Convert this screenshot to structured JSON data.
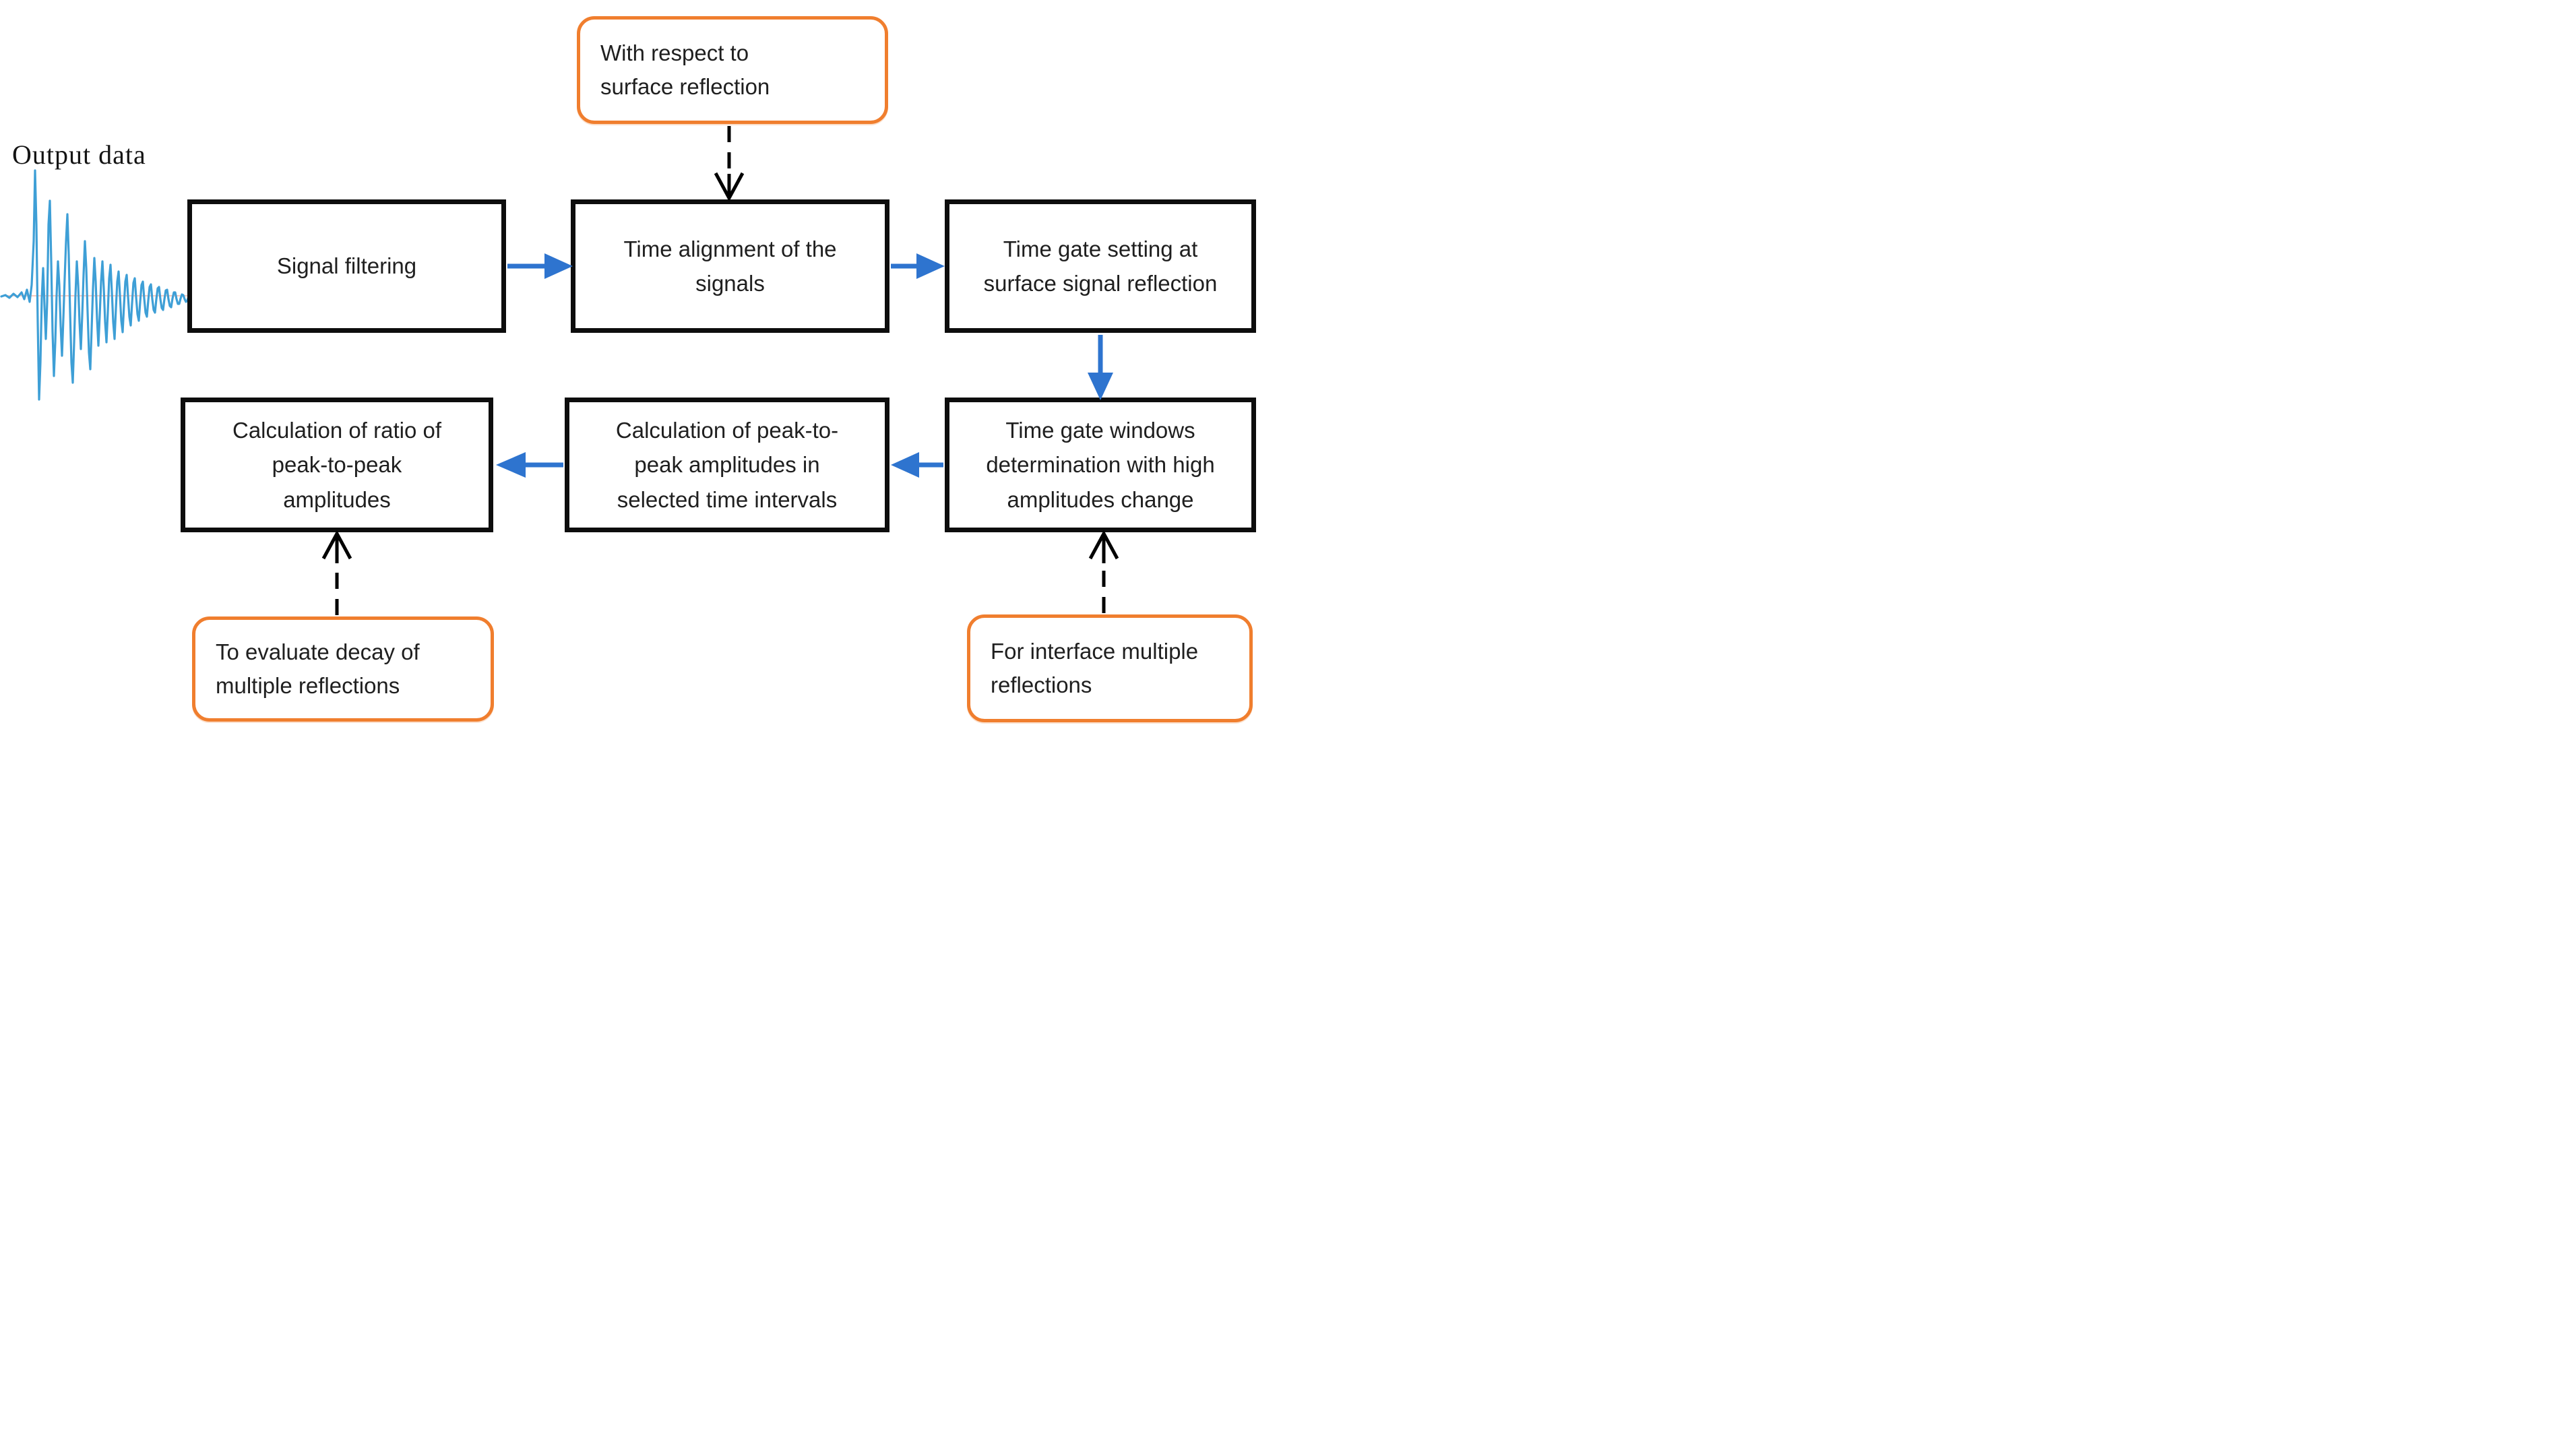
{
  "diagram": {
    "output_label": "Output data",
    "colors": {
      "arrow_blue": "#2E74CF",
      "note_border": "#F07E2E",
      "box_border": "#0D0D0D",
      "waveform": "#3E9FD6",
      "axis_pink": "#F2B8AC",
      "text": "#1A1A1A"
    },
    "process_boxes": {
      "signal_filtering": {
        "lines": [
          "Signal filtering"
        ]
      },
      "time_alignment": {
        "lines": [
          "Time alignment of the",
          "signals"
        ]
      },
      "time_gate_setting": {
        "lines": [
          "Time gate setting at",
          "surface signal reflection"
        ]
      },
      "time_gate_windows": {
        "lines": [
          "Time gate windows",
          "determination with high",
          "amplitudes change"
        ]
      },
      "calc_peak_to_peak": {
        "lines": [
          "Calculation of peak-to-",
          "peak amplitudes in",
          "selected time intervals"
        ]
      },
      "calc_ratio": {
        "lines": [
          "Calculation of ratio of",
          "peak-to-peak",
          "amplitudes"
        ]
      }
    },
    "note_boxes": {
      "with_respect": {
        "lines": [
          "With respect to",
          "surface reflection"
        ]
      },
      "to_evaluate": {
        "lines": [
          "To evaluate decay of",
          "multiple reflections"
        ]
      },
      "for_interface": {
        "lines": [
          "For interface multiple",
          "reflections"
        ]
      }
    }
  }
}
